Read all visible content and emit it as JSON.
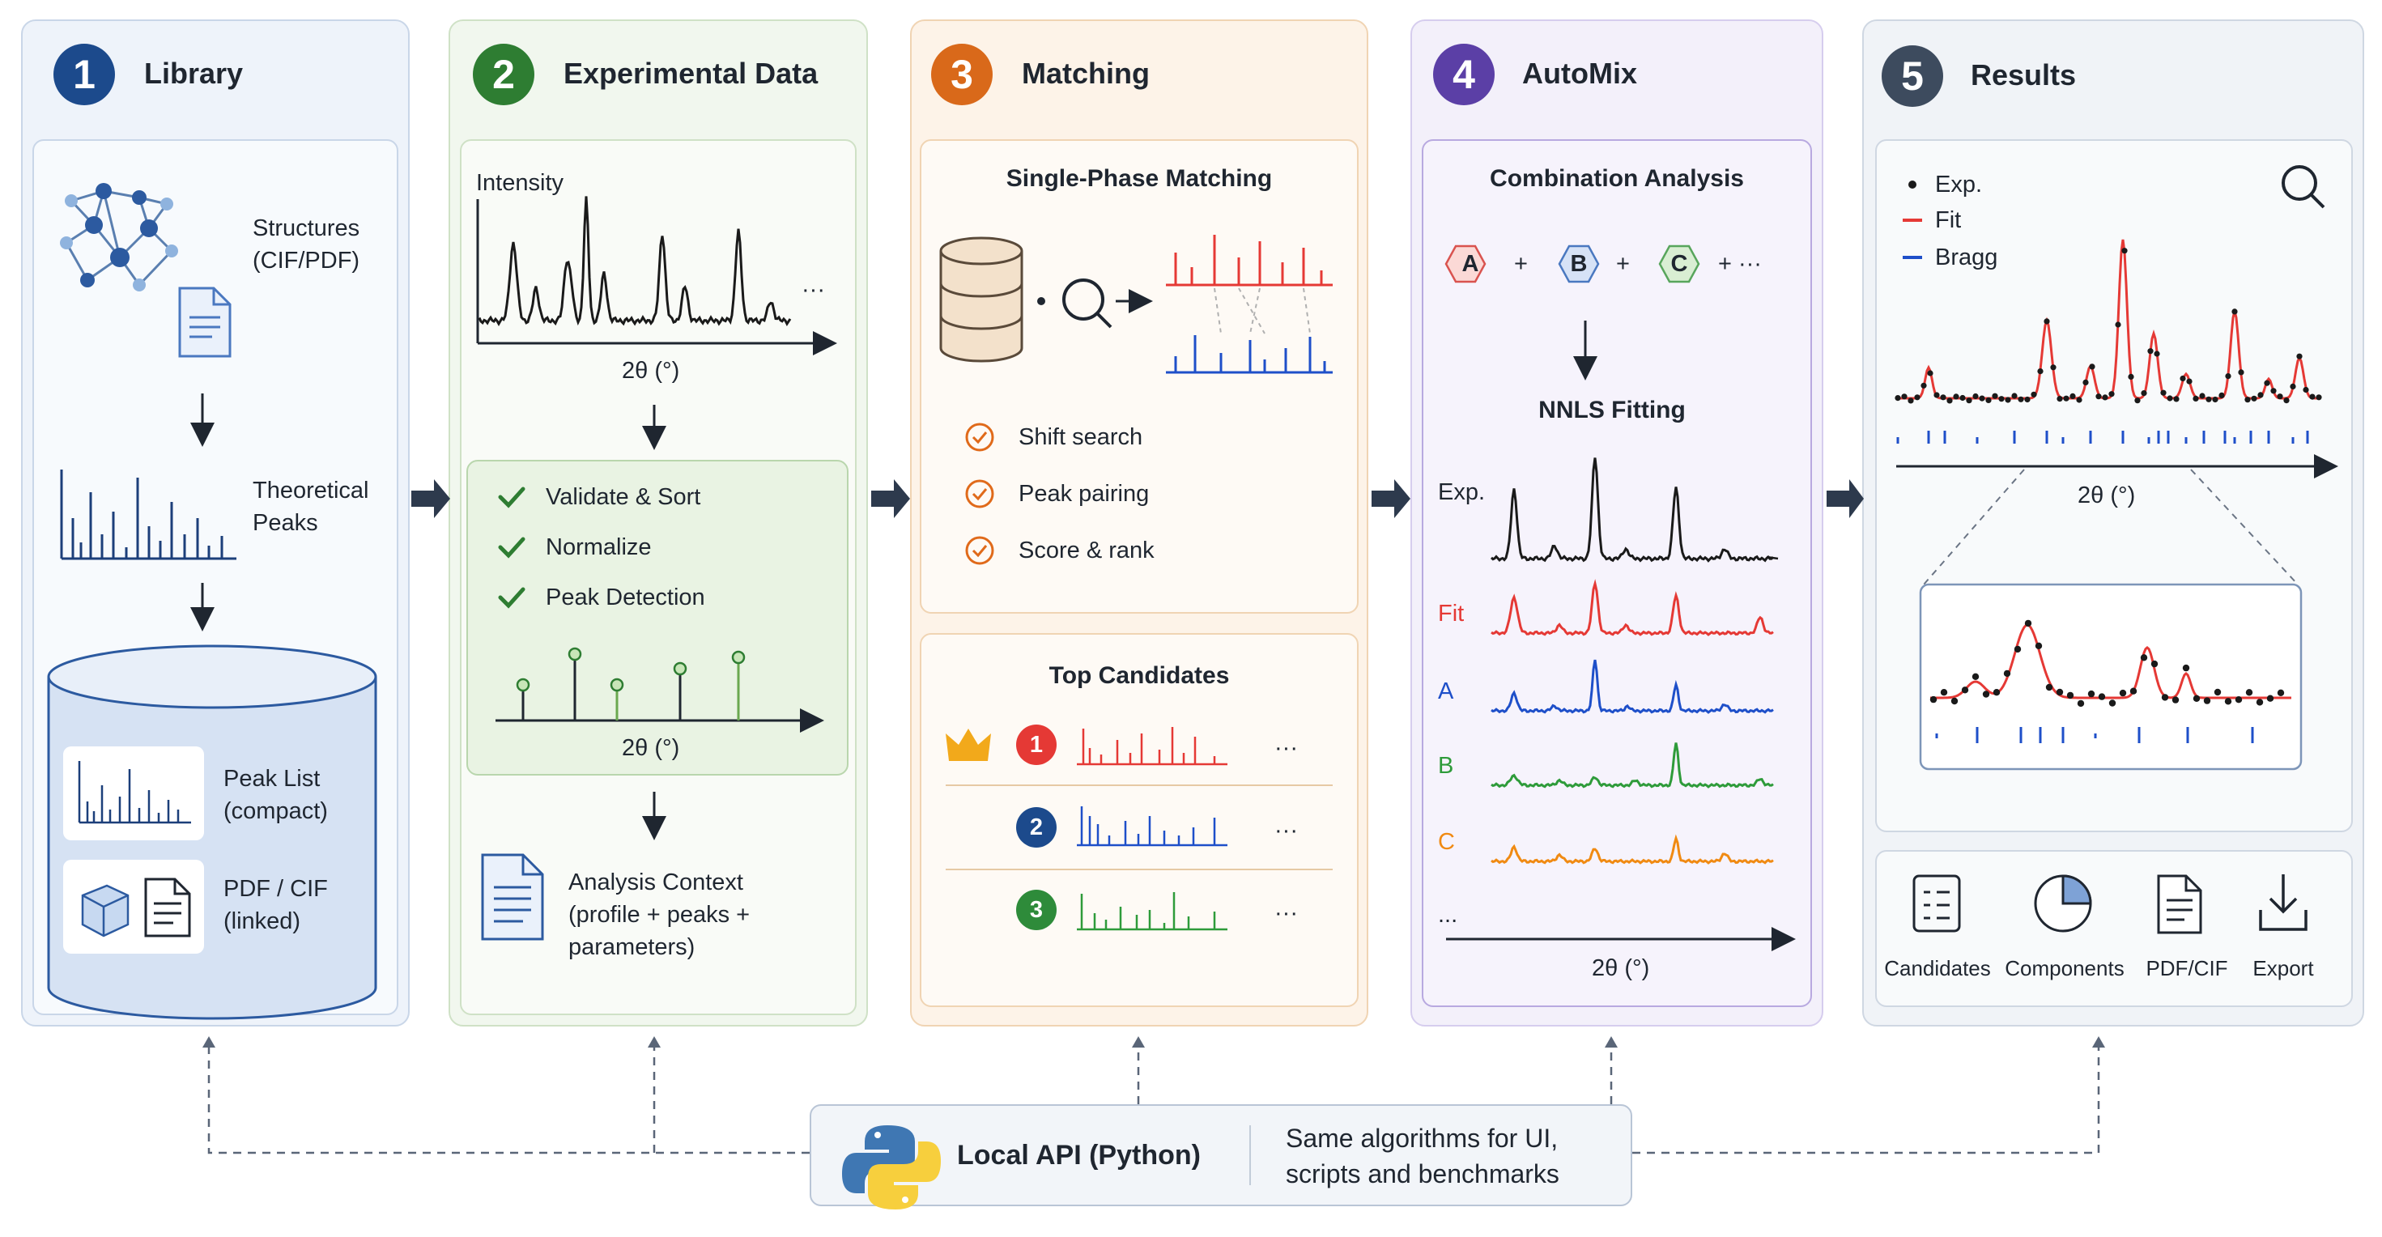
{
  "panels": [
    {
      "number": "1",
      "title": "Library",
      "color": "#1c4a8c"
    },
    {
      "number": "2",
      "title": "Experimental Data",
      "color": "#2e7d32"
    },
    {
      "number": "3",
      "title": "Matching",
      "color": "#d9691a"
    },
    {
      "number": "4",
      "title": "AutoMix",
      "color": "#5b3fa6"
    },
    {
      "number": "5",
      "title": "Results",
      "color": "#3d4b5e"
    }
  ],
  "library": {
    "structures_line1": "Structures",
    "structures_line2": "(CIF/PDF)",
    "theoretical_line1": "Theoretical",
    "theoretical_line2": "Peaks",
    "peaklist_line1": "Peak List",
    "peaklist_line2": "(compact)",
    "pdfcif_line1": "PDF / CIF",
    "pdfcif_line2": "(linked)"
  },
  "experimental": {
    "intensity_label": "Intensity",
    "axis_label": "2θ (°)",
    "ellipsis": "···",
    "steps": [
      "Validate & Sort",
      "Normalize",
      "Peak Detection"
    ],
    "peak_axis_label": "2θ (°)",
    "context_line1": "Analysis Context",
    "context_line2": "(profile + peaks +",
    "context_line3": "parameters)"
  },
  "matching": {
    "single_phase_title": "Single-Phase Matching",
    "steps": [
      "Shift search",
      "Peak pairing",
      "Score & rank"
    ],
    "top_candidates_title": "Top Candidates",
    "ranks": [
      "1",
      "2",
      "3"
    ],
    "ellipsis": "···"
  },
  "automix": {
    "combination_title": "Combination Analysis",
    "phases": [
      "A",
      "B",
      "C"
    ],
    "plus": "+",
    "ellipsis": "+ ···",
    "nnls_title": "NNLS Fitting",
    "rows": [
      "Exp.",
      "Fit",
      "A",
      "B",
      "C",
      "..."
    ],
    "axis_label": "2θ (°)"
  },
  "results": {
    "legend": [
      "Exp.",
      "Fit",
      "Bragg"
    ],
    "axis_label": "2θ (°)",
    "exports": [
      "Candidates",
      "Components",
      "PDF/CIF",
      "Export"
    ]
  },
  "api": {
    "title": "Local API (Python)",
    "desc_line1": "Same algorithms for UI,",
    "desc_line2": "scripts and benchmarks"
  },
  "colors": {
    "red": "#e53935",
    "blue": "#1e4fc9",
    "green": "#2e9b3a",
    "orange": "#f08a12",
    "black": "#1a1a1a"
  }
}
